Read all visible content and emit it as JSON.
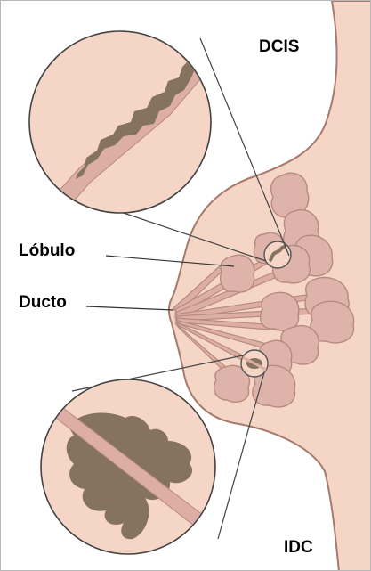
{
  "labels": {
    "dcis": "DCIS",
    "lobulo": "Lóbulo",
    "ducto": "Ducto",
    "idc": "IDC"
  },
  "colors": {
    "skin": "#f5d5c6",
    "outline": "#a67a6c",
    "lobule_fill": "#ddb3aa",
    "lobule_stroke": "#b78a80",
    "duct_fill": "#dcaea4",
    "tumor": "#85725f",
    "pointer_line": "#333333"
  }
}
